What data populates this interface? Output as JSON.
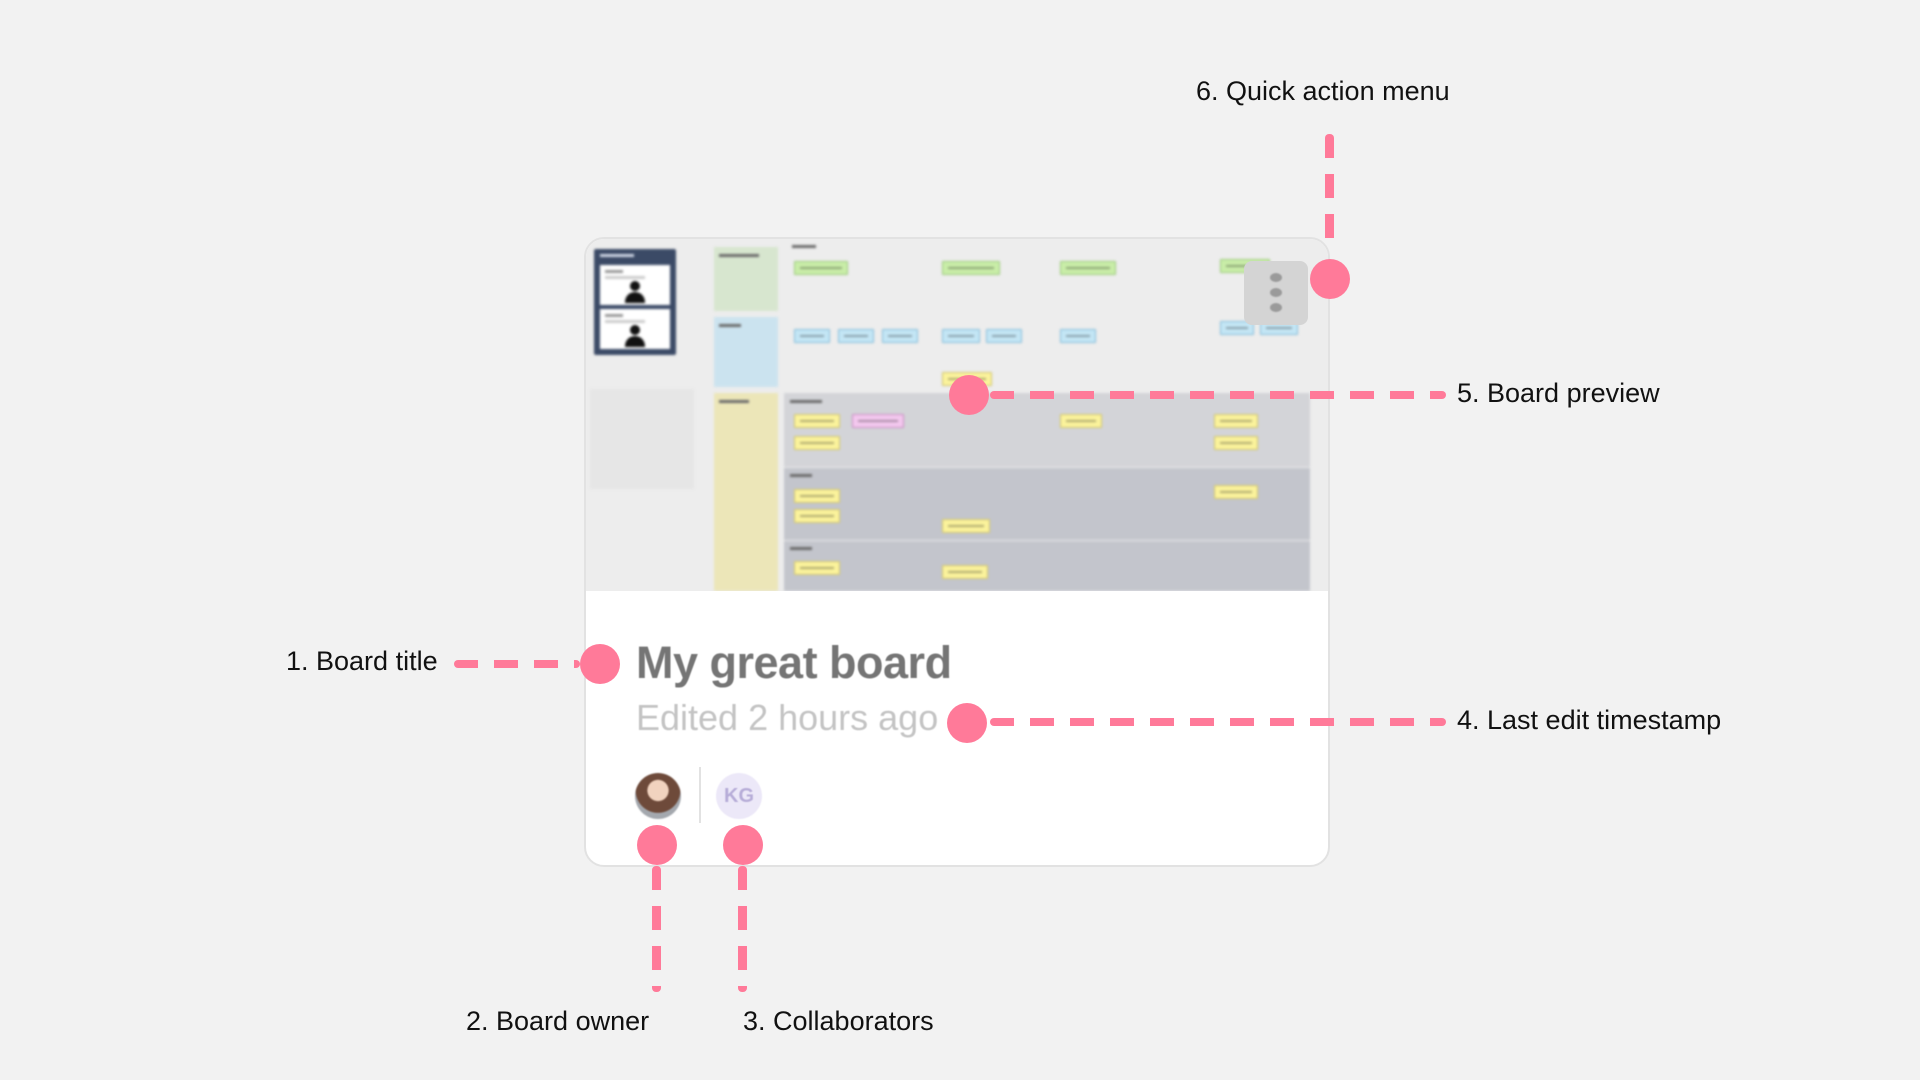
{
  "board": {
    "title": "My great board",
    "last_edited": "Edited 2 hours ago",
    "collaborator_initials": "KG"
  },
  "callouts": {
    "board_title": "1. Board title",
    "board_owner": "2. Board owner",
    "collaborators": "3. Collaborators",
    "last_edit_timestamp": "4. Last edit timestamp",
    "board_preview": "5. Board preview",
    "quick_action_menu": "6. Quick action menu"
  },
  "colors": {
    "callout_accent": "#ff7a99",
    "background": "#f2f2f2",
    "title": "#757575",
    "timestamp": "#c4c4c4"
  },
  "icons": {
    "quick_action_menu": "vertical-ellipsis-icon",
    "persona": "person-silhouette-icon"
  }
}
